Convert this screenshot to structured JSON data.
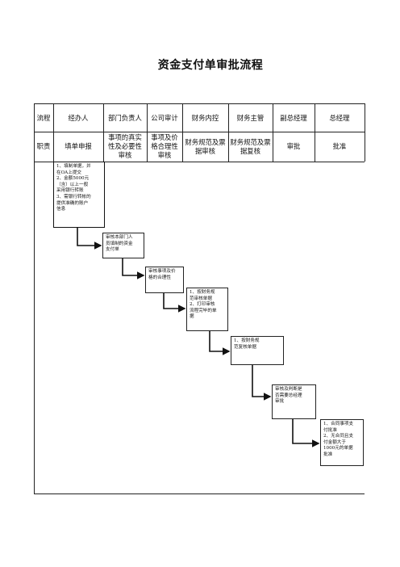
{
  "title": "资金支付单审批流程",
  "header": {
    "row1_label": "流程",
    "row2_label": "职责",
    "columns": [
      {
        "role": "经办人",
        "duty": "填单申报"
      },
      {
        "role": "部门负责人",
        "duty": "事项的真实性及必要性审核"
      },
      {
        "role": "公司审计",
        "duty": "事项及价格合理性审核"
      },
      {
        "role": "财务内控",
        "duty": "财务规范及票据审核"
      },
      {
        "role": "财务主管",
        "duty": "财务规范及票据复核"
      },
      {
        "role": "副总经理",
        "duty": "审批"
      },
      {
        "role": "总经理",
        "duty": "批准"
      }
    ]
  },
  "steps": [
    {
      "lines": [
        "1、填制单据，并",
        "在OA上提交",
        "2、金额5000元",
        "（含）以上一般",
        "采用银行转账",
        "3、需银行转帐的",
        "提供准确的账户",
        "信息"
      ]
    },
    {
      "lines": [
        "审核本部门人",
        "员填制的资金",
        "支付单"
      ]
    },
    {
      "lines": [
        "审核事项及价",
        "格的合理性"
      ]
    },
    {
      "lines": [
        "1、按财务规",
        "范审核单据",
        "2、打印审核",
        "流程完毕的单",
        "据"
      ]
    },
    {
      "lines": [
        "1、按财务规",
        "范复核单据"
      ]
    },
    {
      "lines": [
        "审核及判断是",
        "否需要总经理",
        "审批"
      ]
    },
    {
      "lines": [
        "1、合同事项支",
        "付批准",
        "2、无合同且支",
        "付金额大于",
        "1000元的单据",
        "批准"
      ]
    }
  ]
}
